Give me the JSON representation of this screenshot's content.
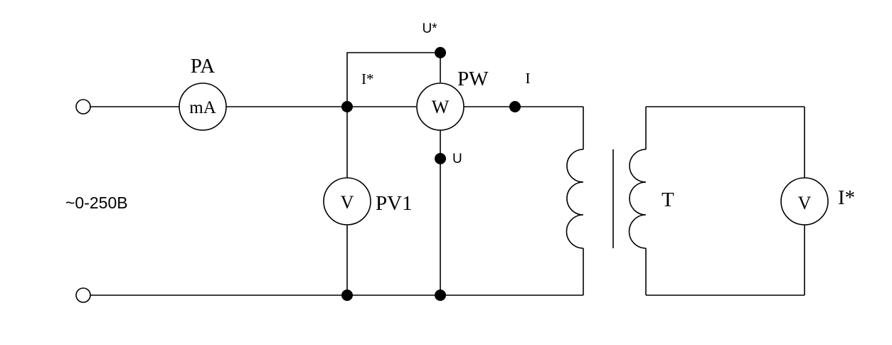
{
  "source": {
    "label": "~0-250В"
  },
  "ammeter": {
    "designation": "PA",
    "symbol": "mA"
  },
  "wattmeter": {
    "designation": "PW",
    "symbol": "W",
    "terminal_voltage_star": "U*",
    "terminal_current_star": "I*",
    "terminal_current": "I",
    "terminal_voltage": "U"
  },
  "voltmeter_primary": {
    "designation": "PV1",
    "symbol": "V"
  },
  "transformer": {
    "designation": "T"
  },
  "voltmeter_secondary": {
    "designation": "I*",
    "symbol": "V"
  }
}
